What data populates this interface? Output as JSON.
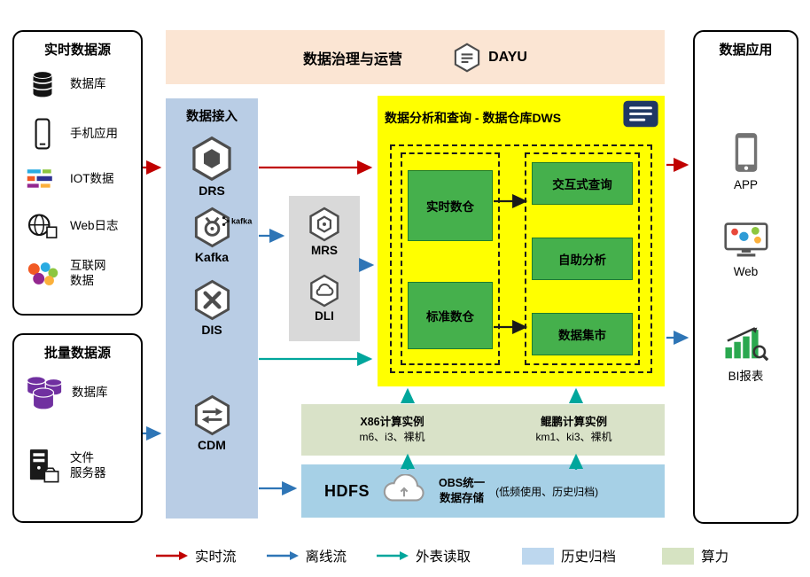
{
  "colors": {
    "realtime_flow": "#C00000",
    "offline_flow": "#2E75B6",
    "external_read": "#00A69C",
    "dws_background": "#FFFF00",
    "green_node": "#45B04C",
    "ingest_background": "#B9CDE5",
    "mrs_dli_background": "#D9D9D9",
    "compute_background": "#D9E2C8",
    "storage_background": "#A6D0E6",
    "banner_background": "#FBE5D3",
    "archive_swatch": "#BDD7EE",
    "compute_swatch": "#D6E3C2"
  },
  "banner": {
    "title": "数据治理与运营",
    "logo": "DAYU",
    "logo_icon": "dayu-hexagon-icon"
  },
  "realtime_sources": {
    "title": "实时数据源",
    "items": [
      {
        "label": "数据库",
        "icon": "database-icon"
      },
      {
        "label": "手机应用",
        "icon": "mobile-app-icon"
      },
      {
        "label": "IOT数据",
        "icon": "iot-icon"
      },
      {
        "label": "Web日志",
        "icon": "web-log-icon"
      },
      {
        "lines": [
          "互联网",
          "数据"
        ],
        "icon": "internet-data-icon"
      }
    ]
  },
  "batch_sources": {
    "title": "批量数据源",
    "items": [
      {
        "label": "数据库",
        "icon": "purple-database-icon"
      },
      {
        "lines": [
          "文件",
          "服务器"
        ],
        "icon": "file-server-icon"
      }
    ]
  },
  "ingest": {
    "title": "数据接入",
    "items": [
      {
        "label": "DRS",
        "icon": "drs-hexagon-icon"
      },
      {
        "label": "Kafka",
        "icon": "kafka-hexagon-icon",
        "wordmark": "kafka"
      },
      {
        "label": "DIS",
        "icon": "dis-hexagon-icon"
      },
      {
        "label": "CDM",
        "icon": "cdm-hexagon-icon"
      }
    ]
  },
  "mrs_dli": {
    "items": [
      {
        "label": "MRS",
        "icon": "mrs-hexagon-icon"
      },
      {
        "label": "DLI",
        "icon": "dli-hexagon-icon"
      }
    ]
  },
  "dws": {
    "title": "数据分析和查询 - 数据仓库DWS",
    "title_icon": "document-icon",
    "warehouses": [
      "实时数仓",
      "标准数仓"
    ],
    "services": [
      "交互式查询",
      "自助分析",
      "数据集市"
    ]
  },
  "compute": {
    "x86": {
      "title": "X86计算实例",
      "subtitle": "m6、i3、裸机"
    },
    "kunpeng": {
      "title": "鲲鹏计算实例",
      "subtitle": "km1、ki3、裸机"
    }
  },
  "storage": {
    "hdfs": "HDFS",
    "cloud_icon": "obs-cloud-icon",
    "obs_line1": "OBS统一",
    "obs_line2": "数据存储",
    "note": "(低频使用、历史归档)"
  },
  "applications": {
    "title": "数据应用",
    "items": [
      {
        "label": "APP",
        "icon": "app-phone-icon"
      },
      {
        "label": "Web",
        "icon": "web-monitor-icon"
      },
      {
        "label": "BI报表",
        "icon": "bi-report-icon"
      }
    ]
  },
  "legend": {
    "items": [
      {
        "label": "实时流",
        "type": "arrow",
        "color": "#C00000"
      },
      {
        "label": "离线流",
        "type": "arrow",
        "color": "#2E75B6"
      },
      {
        "label": "外表读取",
        "type": "arrow",
        "color": "#00A69C"
      },
      {
        "label": "历史归档",
        "type": "swatch",
        "color": "#BDD7EE"
      },
      {
        "label": "算力",
        "type": "swatch",
        "color": "#D6E3C2"
      }
    ]
  }
}
